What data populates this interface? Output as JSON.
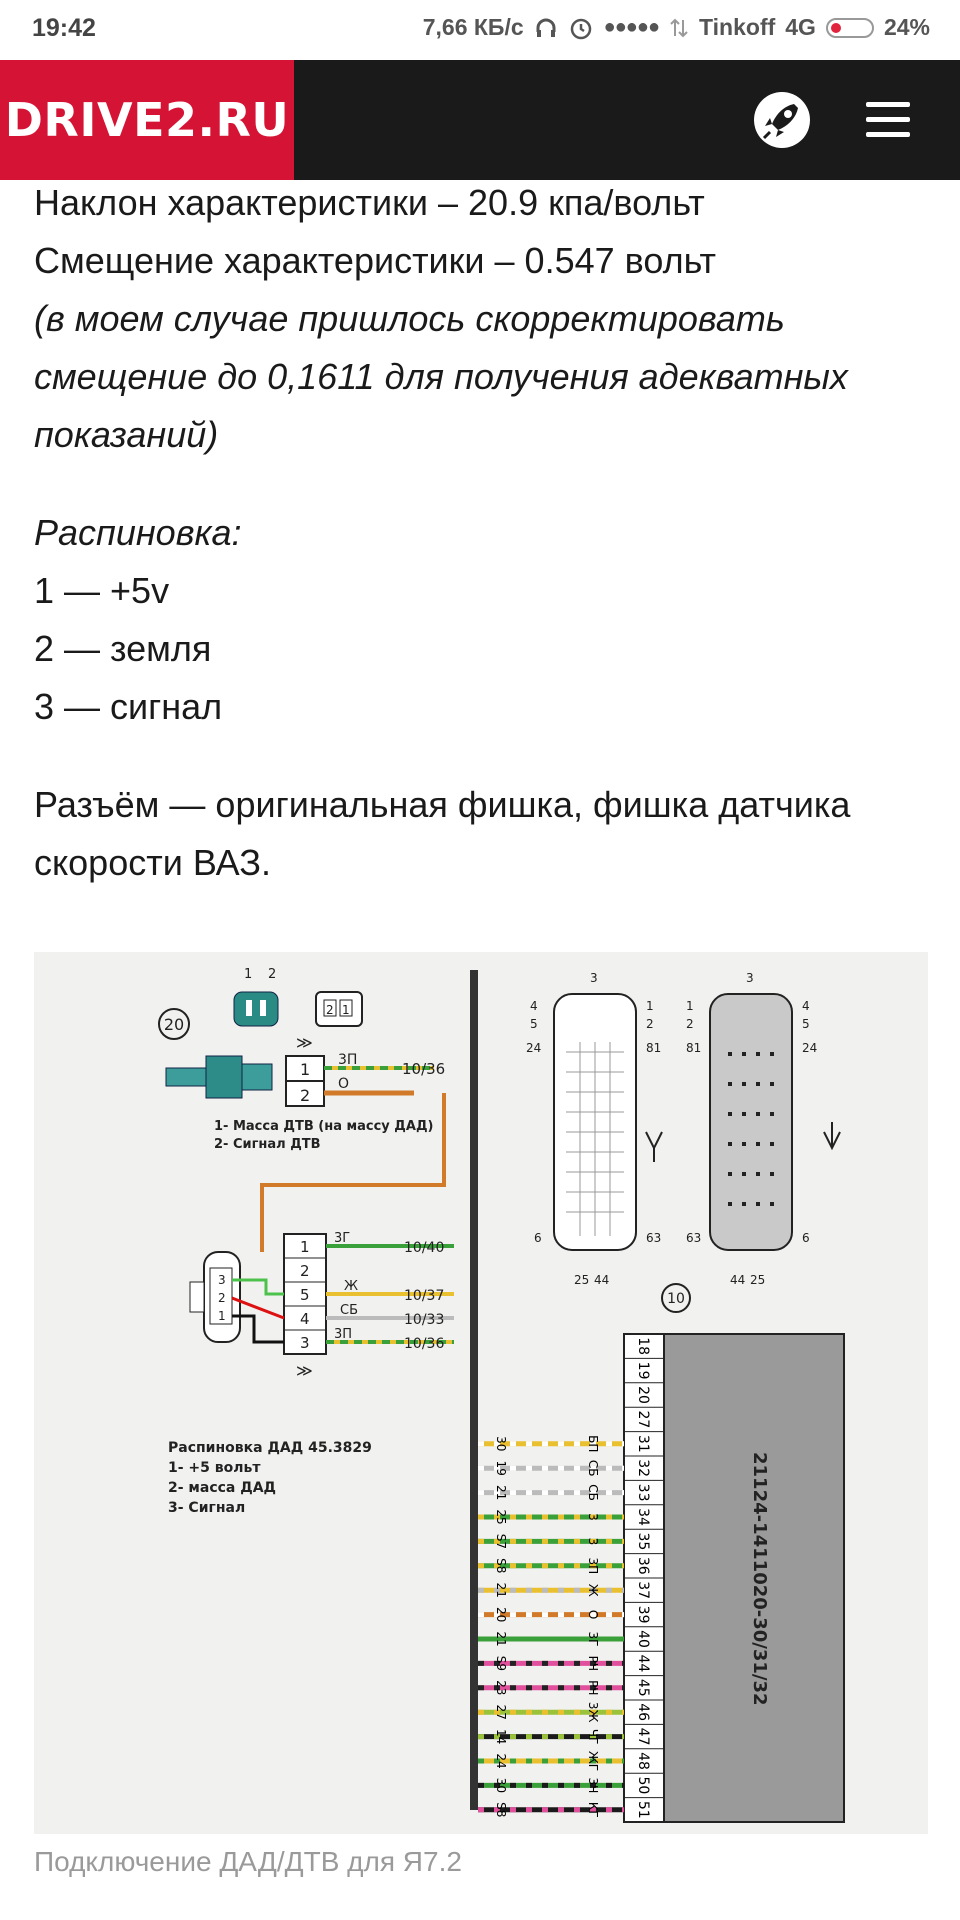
{
  "status_bar": {
    "time": "19:42",
    "net_speed": "7,66 КБ/с",
    "carrier": "Tinkoff",
    "network": "4G",
    "battery": "24%"
  },
  "header": {
    "logo": "DRIVE2.RU"
  },
  "article": {
    "line_slope": "Наклон характеристики – 20.9 кпа/вольт",
    "line_offset": "Смещение характеристики – 0.547 вольт",
    "italic_note": "(в моем случае пришлось скорректировать смещение до 0,1611 для получения адекватных показаний)",
    "pinout_title": "Распиновка:",
    "pin1": "1 — +5v",
    "pin2": "2 — земля",
    "pin3": "3 — сигнал",
    "connector_text": "Разъём — оригинальная фишка, фишка датчика скорости ВАЗ."
  },
  "figure": {
    "label_20": "20",
    "label_10": "10",
    "conn_top_nums": [
      "1",
      "2"
    ],
    "conn_box_nums": [
      "2",
      "1"
    ],
    "dtv_pins": [
      "1",
      "2"
    ],
    "dtv_wire_labels": [
      "3П",
      "О"
    ],
    "dtv_wire_dest": "10/36",
    "dtv_legend": [
      "1- Масса ДТВ (на массу ДАД)",
      "2- Сигнал ДТВ"
    ],
    "dad_pins": [
      "1",
      "2",
      "5",
      "4",
      "3"
    ],
    "dad_wire_labels": [
      "3Г",
      "Ж",
      "СБ",
      "3П"
    ],
    "dad_wire_dest": [
      "10/40",
      "10/37",
      "10/33",
      "10/36"
    ],
    "dad_connector_nums": [
      "3",
      "2",
      "1"
    ],
    "dad_legend_title": "Распиновка ДАД 45.3829",
    "dad_legend": [
      "1- +5 вольт",
      "2- масса ДАД",
      "3- Сигнал"
    ],
    "ecu_label": "21124-1411020-30/31/32",
    "ecu_pins": [
      "18",
      "19",
      "20",
      "27",
      "31",
      "32",
      "33",
      "34",
      "35",
      "36",
      "37",
      "39",
      "40",
      "44",
      "45",
      "46",
      "47",
      "48",
      "50",
      "51"
    ],
    "ecu_wire_codes": [
      "",
      "",
      "",
      "",
      "БП",
      "СБ",
      "СБ",
      "3",
      "3",
      "3П",
      "Ж",
      "О",
      "3Г",
      "РЧ",
      "РЧ",
      "3Ж",
      "ЧГ",
      "ЖГ",
      "3Ч",
      "КГ"
    ],
    "ecu_wire_sources": [
      "",
      "",
      "",
      "",
      "30",
      "19",
      "21",
      "25",
      "S7",
      "S8",
      "21",
      "20",
      "21",
      "S9",
      "23",
      "27",
      "14",
      "24",
      "30",
      "S8"
    ],
    "ecu_conn_left_nums": [
      "3",
      "4",
      "5",
      "24",
      "6",
      "25",
      "44",
      "1",
      "2",
      "81",
      "63"
    ],
    "ecu_conn_right_nums": [
      "3",
      "4",
      "5",
      "24",
      "6",
      "25",
      "44",
      "1",
      "2",
      "81",
      "63"
    ]
  },
  "caption": "Подключение ДАД/ДТВ для Я7.2"
}
